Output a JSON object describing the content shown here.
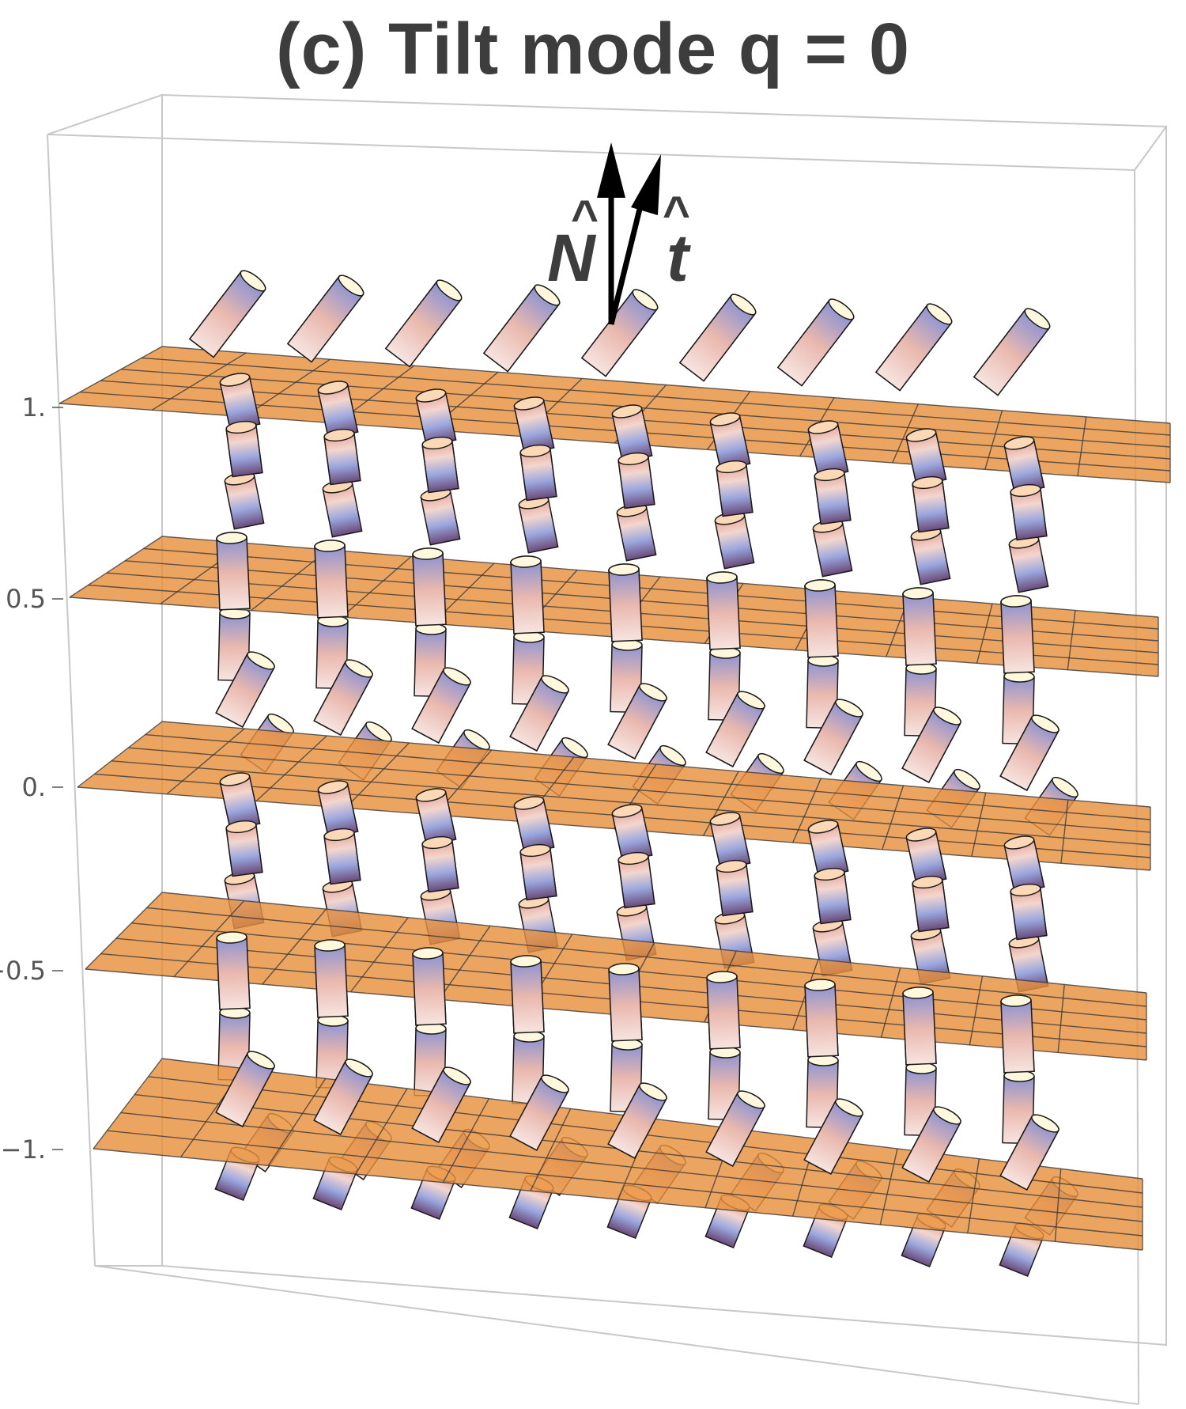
{
  "title": "(c) Tilt mode q = 0",
  "axis": {
    "z_ticks": [
      {
        "label": "1.",
        "value": 1.0
      },
      {
        "label": "0.5",
        "value": 0.5
      },
      {
        "label": "0.",
        "value": 0.0
      },
      {
        "label": "−0.5",
        "value": -0.5
      },
      {
        "label": "−1.",
        "value": -1.0
      }
    ]
  },
  "vectors": {
    "normal_label": "N",
    "tilt_label": "t"
  },
  "colors": {
    "layer_fill": "#e8913e",
    "layer_grid": "#3a3a3a",
    "rod_light": "#f3d6cf",
    "rod_dark": "#6a4a78",
    "rod_blue": "#9aa6de",
    "rod_cap": "#fff8dc",
    "box_line": "#c8c8c8",
    "arrow": "#000000"
  },
  "model": {
    "layer_z_values": [
      1.0,
      0.5,
      0.0,
      -0.5,
      -1.0
    ],
    "columns": 9,
    "rod_segments": [
      "tilt-right",
      "bend-left",
      "vertical",
      "tilt-right"
    ]
  }
}
